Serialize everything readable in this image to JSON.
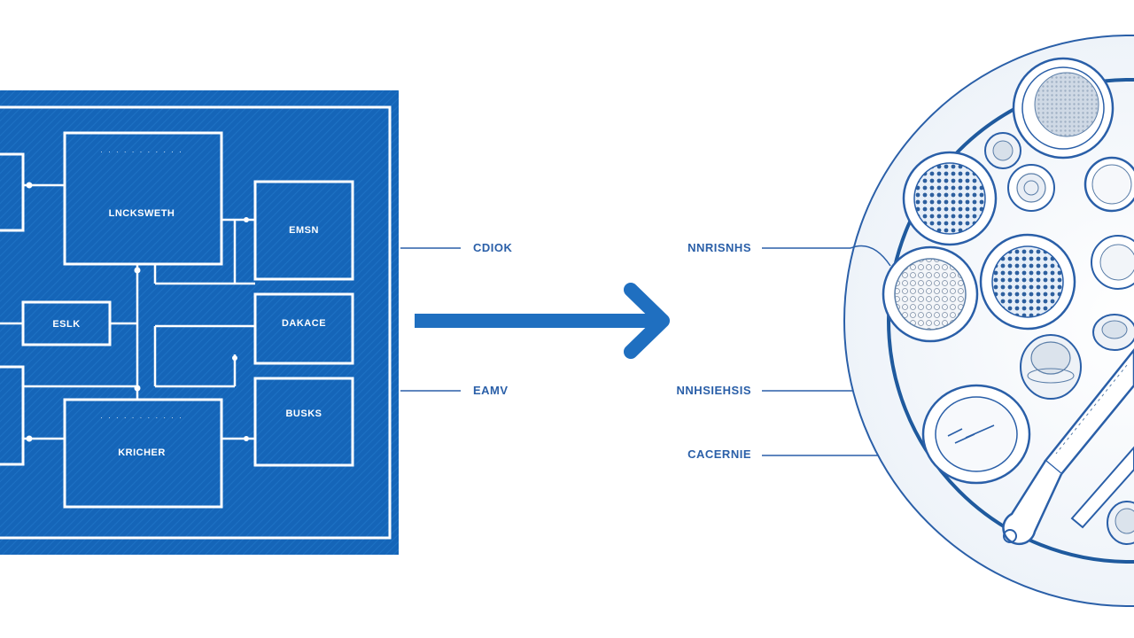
{
  "colors": {
    "blueprint_bg": "#1565b8",
    "blueprint_line": "#ffffff",
    "accent": "#1f6fc0",
    "label_text": "#2a5fa8",
    "plate_line": "#2a5fa8"
  },
  "blueprint": {
    "boxes": {
      "top_main": "LNCKSWETH",
      "right_top": "EMSN",
      "mid_small": "ESLK",
      "right_mid": "DAKACE",
      "right_bottom": "BUSKS",
      "bottom_main": "KRICHER"
    }
  },
  "flow": {
    "arrow_icon": "right-arrow-icon"
  },
  "side_labels": {
    "left_top": "CDIOK",
    "left_bottom": "EAMV",
    "right_1": "NNRISNHS",
    "right_2": "NNHSIEHSIS",
    "right_3": "CACERNIE"
  },
  "plate": {
    "icon": "petri-dish-tray-icon"
  }
}
